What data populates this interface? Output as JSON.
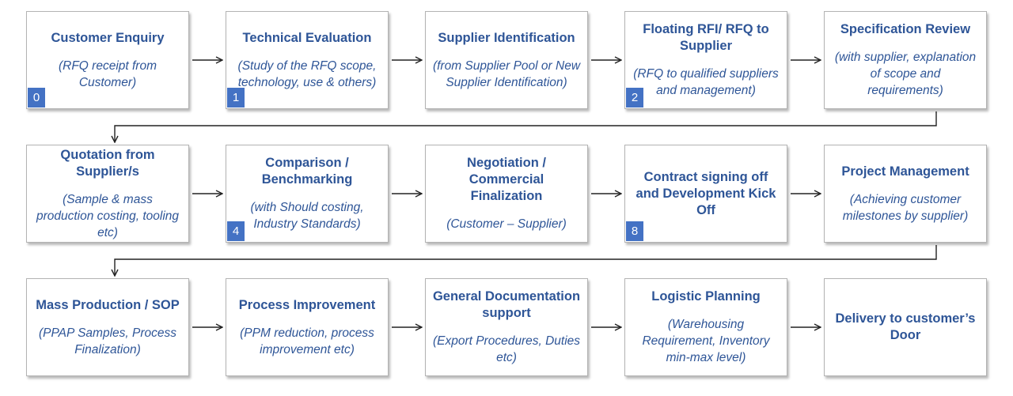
{
  "rows": [
    [
      {
        "title": "Customer Enquiry",
        "subtitle": "(RFQ receipt from Customer)",
        "badge": "0"
      },
      {
        "title": "Technical Evaluation",
        "subtitle": "(Study of the RFQ scope, technology, use & others)",
        "badge": "1"
      },
      {
        "title": "Supplier Identification",
        "subtitle": "(from Supplier Pool or New Supplier Identification)",
        "badge": ""
      },
      {
        "title": "Floating  RFI/ RFQ to Supplier",
        "subtitle": "(RFQ to qualified suppliers and management)",
        "badge": "2"
      },
      {
        "title": "Specification Review",
        "subtitle": "(with supplier, explanation of scope and requirements)",
        "badge": ""
      }
    ],
    [
      {
        "title": "Quotation from Supplier/s",
        "subtitle": "(Sample & mass production costing, tooling etc)",
        "badge": ""
      },
      {
        "title": "Comparison / Benchmarking",
        "subtitle": "(with Should costing, Industry Standards)",
        "badge": "4"
      },
      {
        "title": "Negotiation / Commercial Finalization",
        "subtitle": "(Customer – Supplier)",
        "badge": ""
      },
      {
        "title": "Contract signing off and Development Kick Off",
        "subtitle": "",
        "badge": "8"
      },
      {
        "title": "Project Management",
        "subtitle": "(Achieving customer milestones by supplier)",
        "badge": ""
      }
    ],
    [
      {
        "title": "Mass Production / SOP",
        "subtitle": "(PPAP Samples, Process Finalization)",
        "badge": ""
      },
      {
        "title": "Process Improvement",
        "subtitle": "(PPM reduction, process improvement etc)",
        "badge": ""
      },
      {
        "title": "General Documentation support",
        "subtitle": "(Export Procedures, Duties etc)",
        "badge": ""
      },
      {
        "title": "Logistic Planning",
        "subtitle": "(Warehousing Requirement, Inventory min-max level)",
        "badge": ""
      },
      {
        "title": "Delivery to customer’s Door",
        "subtitle": "",
        "badge": ""
      }
    ]
  ],
  "colors": {
    "text": "#2e5597",
    "badge": "#4472c4",
    "border": "#b3b3b3",
    "arrow": "#222222"
  }
}
